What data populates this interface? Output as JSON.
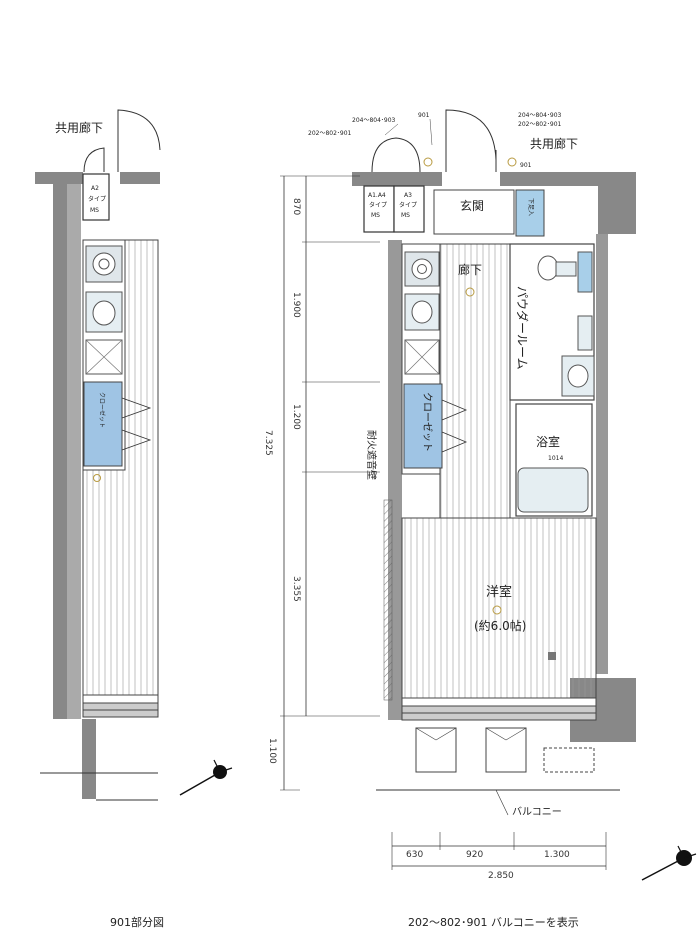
{
  "left_plan": {
    "corridor_label": "共用廊下",
    "ms_label": [
      "A2",
      "タイプ",
      "MS"
    ],
    "closet_label": "クローゼット",
    "caption": "901部分図"
  },
  "main_plan": {
    "corridor_label": "共用廊下",
    "type_notes": [
      "204～804･903",
      "901",
      "204～804･903",
      "202～802･901",
      "202～802･901",
      "901"
    ],
    "ms_left": [
      "A1.A4",
      "タイプ",
      "MS"
    ],
    "ms_right": [
      "A3",
      "タイプ",
      "MS"
    ],
    "entrance": "玄関",
    "shoe_box": "下足入",
    "hallway": "廊下",
    "powder_room": "パウダールーム",
    "wall_note": "耐火遮音壁",
    "closet": "クローゼット",
    "bath": "浴室",
    "bath_size": "1014",
    "western_room": "洋室",
    "western_size": "(約6.0帖)",
    "balcony": "バルコニー",
    "caption": "202～802･901 バルコニーを表示"
  },
  "dimensions": {
    "total_depth": "7.325",
    "sections": [
      "870",
      "1.900",
      "1.200",
      "3.355"
    ],
    "balcony_depth": "1.100",
    "widths": [
      "630",
      "920",
      "1.300"
    ],
    "total_width": "2.850"
  }
}
